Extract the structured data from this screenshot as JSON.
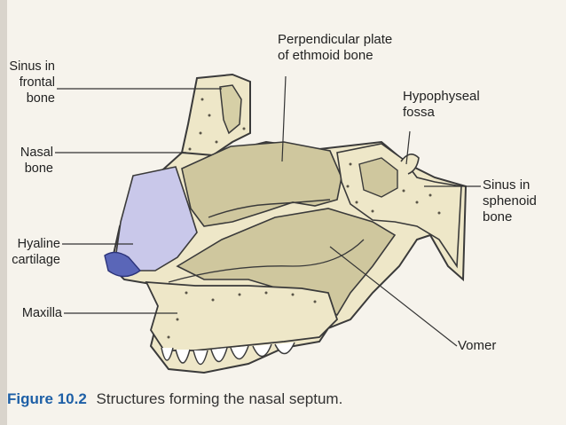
{
  "labels": {
    "sinus_frontal": [
      "Sinus in",
      "frontal",
      "bone"
    ],
    "nasal_bone": [
      "Nasal",
      "bone"
    ],
    "hyaline": [
      "Hyaline",
      "cartilage"
    ],
    "maxilla": "Maxilla",
    "perpendicular": [
      "Perpendicular plate",
      "of ethmoid bone"
    ],
    "hypophyseal": [
      "Hypophyseal",
      "fossa"
    ],
    "sinus_sphenoid": [
      "Sinus in",
      "sphenoid",
      "bone"
    ],
    "vomer": "Vomer"
  },
  "caption": {
    "figure": "Figure",
    "number": "10.2",
    "text": "Structures forming the nasal septum."
  },
  "colors": {
    "bone": "#eee7c8",
    "plate": "#cfc79e",
    "cartilage": "#c9c8ea",
    "cartilage_tip": "#5a66b8",
    "outline": "#3a3a3a"
  }
}
